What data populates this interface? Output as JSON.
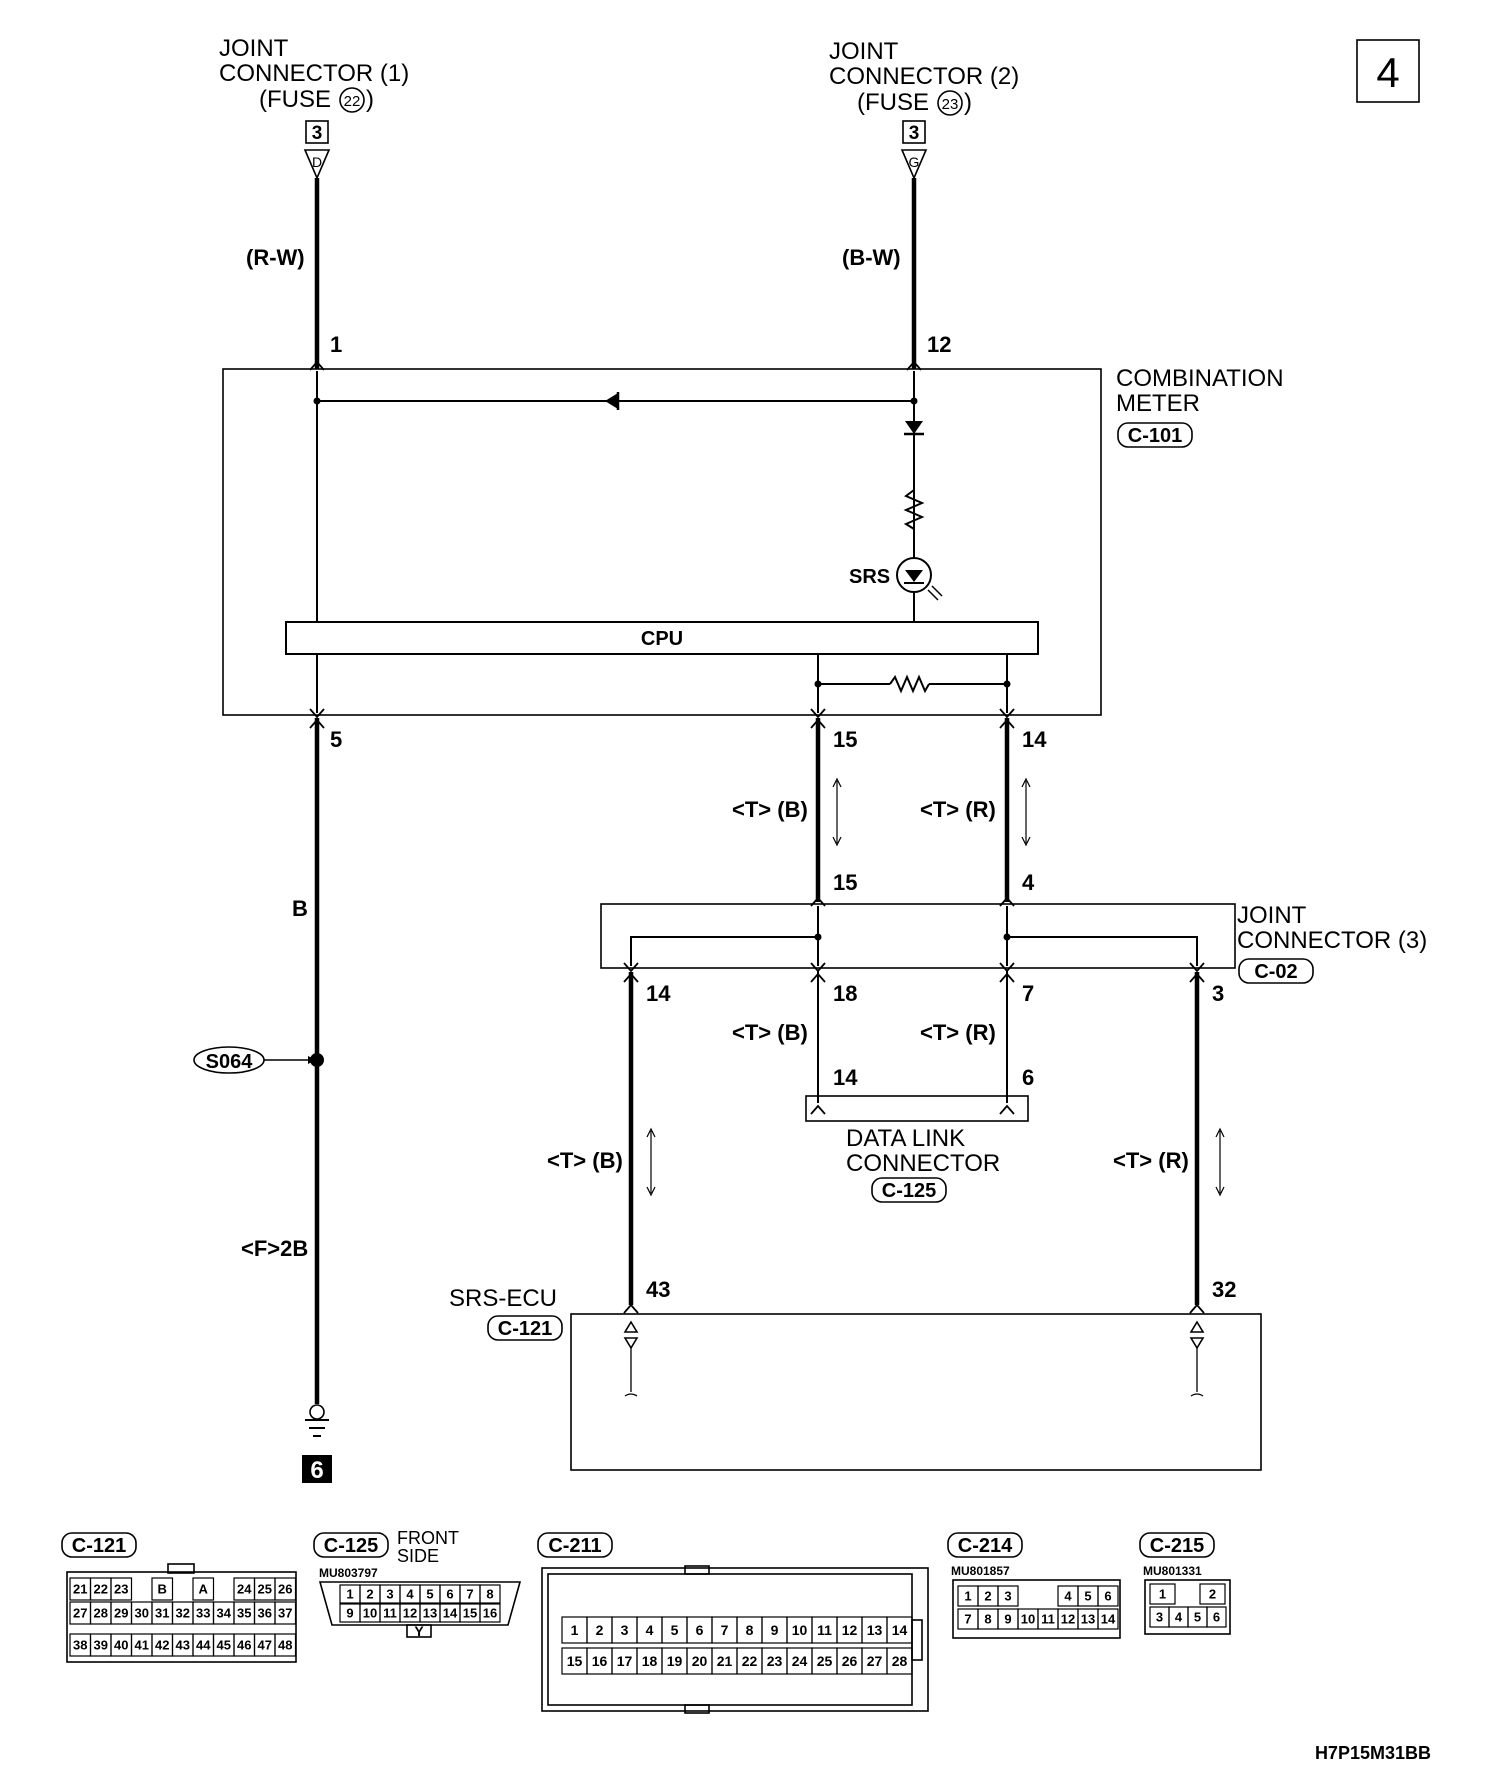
{
  "page_number": "4",
  "joint_connector_1": {
    "line1": "JOINT",
    "line2": "CONNECTOR (1)",
    "line3": "(FUSE",
    "fuse_no": "22",
    "line3_close": ")",
    "ref": "3",
    "term": "D",
    "wire": "(R-W)",
    "pin": "1"
  },
  "joint_connector_2": {
    "line1": "JOINT",
    "line2": "CONNECTOR (2)",
    "line3": "(FUSE",
    "fuse_no": "23",
    "line3_close": ")",
    "ref": "3",
    "term": "G",
    "wire": "(B-W)",
    "pin": "12"
  },
  "combination_meter": {
    "line1": "COMBINATION",
    "line2": "METER",
    "code": "C-101",
    "cpu": "CPU",
    "srs": "SRS",
    "pin_5": "5",
    "pin_15": "15",
    "pin_14": "14"
  },
  "ground_wire": {
    "color": "B",
    "splice": "S064",
    "wire2": "<F>2B",
    "ground_ref": "6"
  },
  "can_wires": {
    "b_label": "<T> (B)",
    "r_label": "<T> (R)"
  },
  "joint_connector_3": {
    "line1": "JOINT",
    "line2": "CONNECTOR (3)",
    "code": "C-02",
    "pin_top_left": "15",
    "pin_top_right": "4",
    "pin_14": "14",
    "pin_18": "18",
    "pin_7": "7",
    "pin_3": "3"
  },
  "data_link_connector": {
    "line1": "DATA LINK",
    "line2": "CONNECTOR",
    "code": "C-125",
    "pin_14": "14",
    "pin_6": "6"
  },
  "srs_ecu": {
    "name": "SRS-ECU",
    "code": "C-121",
    "pin_43": "43",
    "pin_32": "32"
  },
  "connector_views": {
    "c121": {
      "code": "C-121",
      "row1": [
        "21",
        "22",
        "23",
        "",
        "B",
        "",
        "A",
        "",
        "24",
        "25",
        "26"
      ],
      "row2": [
        "27",
        "28",
        "29",
        "30",
        "31",
        "32",
        "33",
        "34",
        "35",
        "36",
        "37"
      ],
      "row3": [
        "38",
        "39",
        "40",
        "41",
        "42",
        "43",
        "44",
        "45",
        "46",
        "47",
        "48"
      ]
    },
    "c125": {
      "code": "C-125",
      "part_no": "MU803797",
      "side1": "FRONT",
      "side2": "SIDE",
      "row1": [
        "1",
        "2",
        "3",
        "4",
        "5",
        "6",
        "7",
        "8"
      ],
      "row2": [
        "9",
        "10",
        "11",
        "12",
        "13",
        "14",
        "15",
        "16"
      ],
      "key": "Y"
    },
    "c211": {
      "code": "C-211",
      "row1": [
        "1",
        "2",
        "3",
        "4",
        "5",
        "6",
        "7",
        "8",
        "9",
        "10",
        "11",
        "12",
        "13",
        "14"
      ],
      "row2": [
        "15",
        "16",
        "17",
        "18",
        "19",
        "20",
        "21",
        "22",
        "23",
        "24",
        "25",
        "26",
        "27",
        "28"
      ]
    },
    "c214": {
      "code": "C-214",
      "part_no": "MU801857",
      "row1": [
        "1",
        "2",
        "3",
        "",
        "",
        "4",
        "5",
        "6"
      ],
      "row2": [
        "7",
        "8",
        "9",
        "10",
        "11",
        "12",
        "13",
        "14"
      ]
    },
    "c215": {
      "code": "C-215",
      "part_no": "MU801331",
      "row1": [
        "1",
        "",
        "2"
      ],
      "row2": [
        "3",
        "4",
        "5",
        "6"
      ]
    }
  },
  "drawing_code": "H7P15M31BB"
}
